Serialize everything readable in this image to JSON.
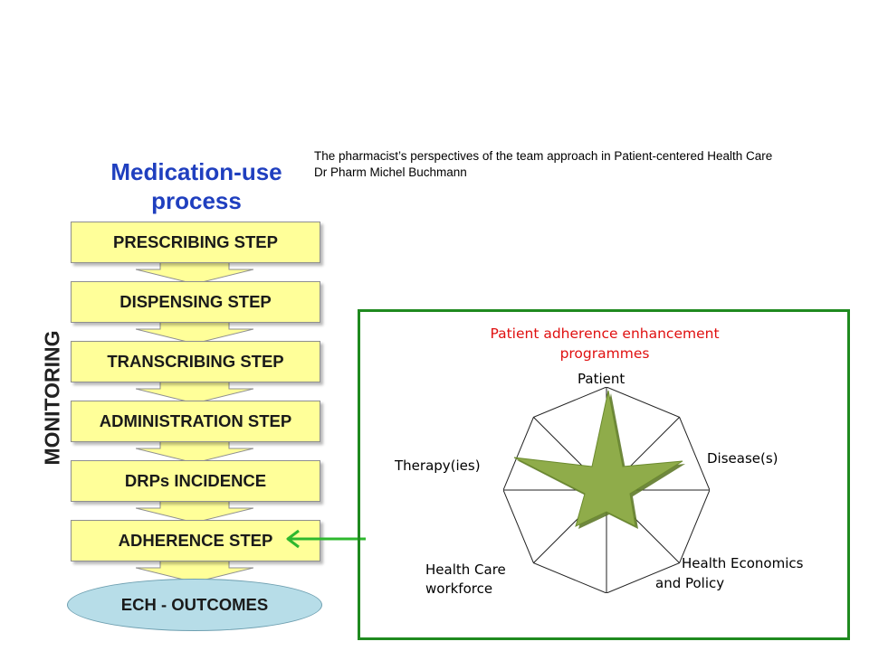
{
  "credit": {
    "line1": "The pharmacist’s perspectives of the team approach in Patient-centered Health Care",
    "line2": "Dr Pharm Michel Buchmann"
  },
  "flow": {
    "title_line1": "Medication-use",
    "title_line2": "process",
    "side_label": "MONITORING",
    "steps": [
      "PRESCRIBING STEP",
      "DISPENSING STEP",
      "TRANSCRIBING STEP",
      "ADMINISTRATION STEP",
      "DRPs INCIDENCE",
      "ADHERENCE STEP"
    ],
    "outcome": "ECH - OUTCOMES",
    "colors": {
      "box_fill": "#ffff99",
      "title": "#1f3fbf",
      "outcome_fill": "#b7dde8",
      "link_arrow": "#2eb82e"
    }
  },
  "radar": {
    "title_line1": "Patient adherence enhancement",
    "title_line2": "programmes",
    "axes": [
      "Patient",
      "Disease(s)",
      "Health Economics",
      "and Policy",
      "Health Care",
      "workforce",
      "Therapy(ies)"
    ],
    "colors": {
      "frame": "#1f8a1f",
      "title": "#e01010",
      "star_fill": "#8fac4a"
    }
  }
}
